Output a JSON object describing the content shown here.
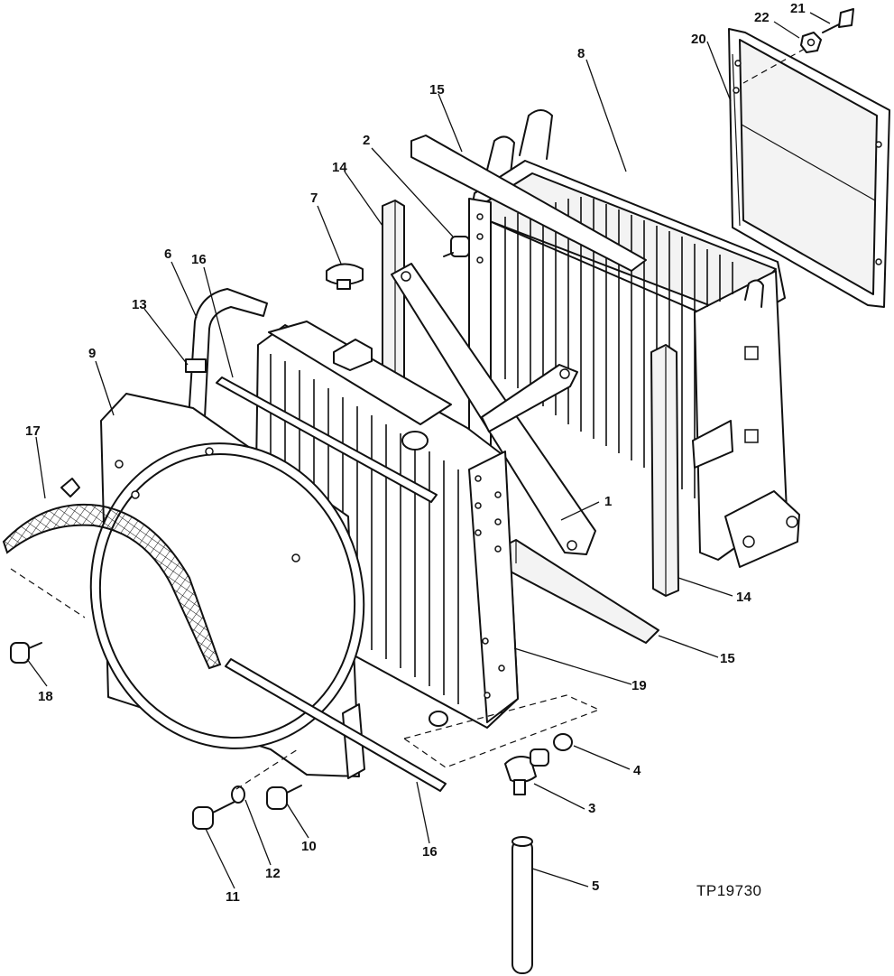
{
  "figure": {
    "reference_code": "TP19730"
  },
  "callouts": [
    {
      "id": "c1",
      "label": "1"
    },
    {
      "id": "c2",
      "label": "2"
    },
    {
      "id": "c3",
      "label": "3"
    },
    {
      "id": "c4",
      "label": "4"
    },
    {
      "id": "c5",
      "label": "5"
    },
    {
      "id": "c6",
      "label": "6"
    },
    {
      "id": "c7",
      "label": "7"
    },
    {
      "id": "c8",
      "label": "8"
    },
    {
      "id": "c9",
      "label": "9"
    },
    {
      "id": "c10",
      "label": "10"
    },
    {
      "id": "c11",
      "label": "11"
    },
    {
      "id": "c12",
      "label": "12"
    },
    {
      "id": "c13",
      "label": "13"
    },
    {
      "id": "c14a",
      "label": "14"
    },
    {
      "id": "c14b",
      "label": "14"
    },
    {
      "id": "c15a",
      "label": "15"
    },
    {
      "id": "c15b",
      "label": "15"
    },
    {
      "id": "c16a",
      "label": "16"
    },
    {
      "id": "c16b",
      "label": "16"
    },
    {
      "id": "c17",
      "label": "17"
    },
    {
      "id": "c18",
      "label": "18"
    },
    {
      "id": "c19",
      "label": "19"
    },
    {
      "id": "c20",
      "label": "20"
    },
    {
      "id": "c21",
      "label": "21"
    },
    {
      "id": "c22",
      "label": "22"
    }
  ]
}
